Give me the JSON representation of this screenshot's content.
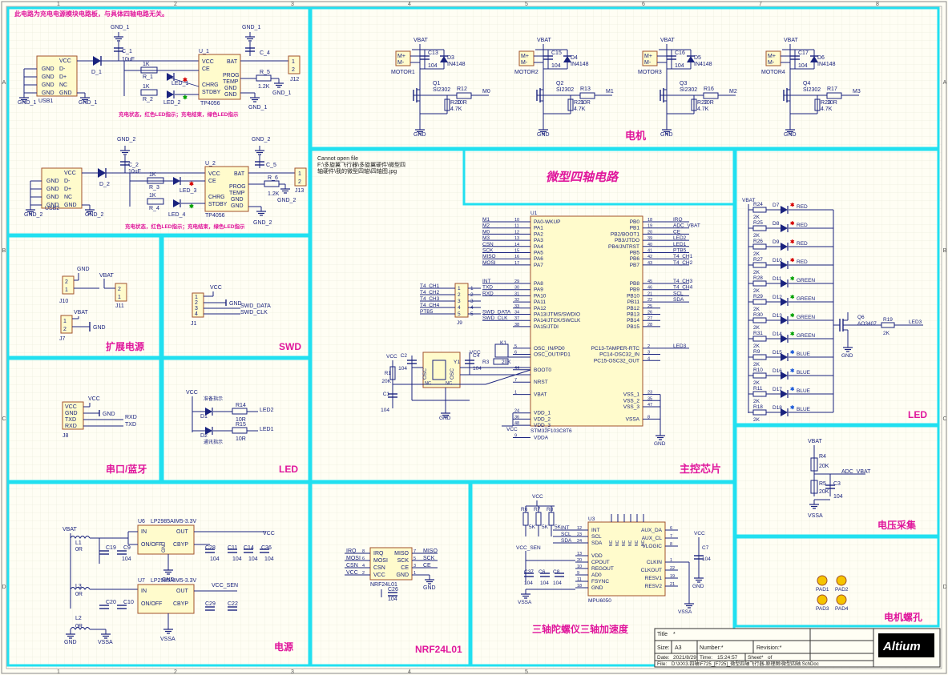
{
  "sheet": {
    "col_numbers": [
      "1",
      "2",
      "3",
      "4",
      "5",
      "6",
      "7",
      "8"
    ],
    "row_letters": [
      "A",
      "B",
      "C",
      "D"
    ]
  },
  "charge": {
    "note": "此电路为充电电源模块电路板，与具体四轴电路无关。",
    "status_note": "充电状态，红色LED指示；充电结束，绿色LED指示",
    "gnd1": "GND_1",
    "gnd2": "GND_2",
    "usb1": "USB1",
    "usb2": "USB2",
    "usb_pins": [
      "VCC",
      "D-",
      "D+",
      "NC",
      "GND"
    ],
    "usb_left": [
      "GND",
      "GND",
      "GND",
      "GND"
    ],
    "ic_name": "TP4056",
    "u1": "U_1",
    "u2": "U_2",
    "ic_left": [
      "VCC",
      "CE",
      "CHRG",
      "STDBY"
    ],
    "ic_right": [
      "BAT",
      "PROG",
      "TEMP",
      "GND",
      "GND"
    ],
    "d1": "D_1",
    "d2": "D_2",
    "c1": "C_1",
    "c2": "C_2",
    "c4": "C_4",
    "c5": "C_5",
    "c_val": "10uF",
    "r1": "R_1",
    "r2": "R_2",
    "r3": "R_3",
    "r4": "R_4",
    "r5": "R_5",
    "r6": "R_6",
    "r1k": "1K",
    "r12k": "1.2K",
    "led1": "LED_1",
    "led2": "LED_2",
    "led3": "LED_3",
    "led4": "LED_4",
    "j12": "J12",
    "j13": "J13"
  },
  "motor": {
    "title": "电机",
    "vbat": "VBAT",
    "gnd": "GND",
    "cap": "104",
    "rdrv": "10R",
    "rpd": "4.7K",
    "mos": "SI2302",
    "diode": "IN4148",
    "units": [
      {
        "name": "MOTOR1",
        "c": "C13",
        "d": "D3",
        "q": "Q1",
        "r": "R12",
        "r2": "R20",
        "net": "M0"
      },
      {
        "name": "MOTOR2",
        "c": "C15",
        "d": "D4",
        "q": "Q2",
        "r": "R13",
        "r2": "R21",
        "net": "M1"
      },
      {
        "name": "MOTOR3",
        "c": "C16",
        "d": "D5",
        "q": "Q3",
        "r": "R16",
        "r2": "R22",
        "net": "M2"
      },
      {
        "name": "MOTOR4",
        "c": "C17",
        "d": "D6",
        "q": "Q4",
        "r": "R17",
        "r2": "R23",
        "net": "M3"
      }
    ]
  },
  "header": {
    "cannot": "Cannot open file",
    "path1": "F:\\多旋翼飞行器\\多旋翼硬件\\微型四",
    "path2": "轴硬件\\我的微型四轴\\四轴图.jpg",
    "title": "微型四轴电路"
  },
  "mcu": {
    "title": "主控芯片",
    "ref": "U1",
    "part": "STM32F103C8T6",
    "left_pins": [
      "PA0-WKUP",
      "PA1",
      "PA2",
      "PA3",
      "PA4",
      "PA5",
      "PA6",
      "PA7",
      "PA8",
      "PA9",
      "PA10",
      "PA11",
      "PA12",
      "PA13/JTMS/SWDIO",
      "PA14/JTCK/SWCLK",
      "PA15/JTDI",
      "OSC_IN/PD0",
      "OSC_OUT/PD1",
      "BOOT0",
      "NRST",
      "VBAT",
      "VDD_1",
      "VDD_2",
      "VDD_3",
      "VDDA"
    ],
    "left_nums": [
      "10",
      "11",
      "12",
      "13",
      "14",
      "15",
      "16",
      "17",
      "29",
      "30",
      "31",
      "32",
      "33",
      "34",
      "37",
      "38",
      "5",
      "6",
      "44",
      "7",
      "1",
      "24",
      "36",
      "48",
      "9"
    ],
    "left_nets": [
      "M1",
      "M2",
      "M0",
      "M3",
      "CSN",
      "SCK",
      "MISO",
      "MOSI",
      "INT",
      "TXD",
      "RXD",
      "",
      "",
      "SWD_DATA",
      "SWD_CLK",
      "",
      "",
      "",
      "",
      "",
      "",
      "",
      "",
      "",
      ""
    ],
    "right_pins": [
      "PB0",
      "PB1",
      "PB2/BOOT1",
      "PB3/JTDO",
      "PB4/JNTRST",
      "PB5",
      "PB6",
      "PB7",
      "PB8",
      "PB9",
      "PB10",
      "PB11",
      "PB12",
      "PB13",
      "PB14",
      "PB15",
      "PC13-TAMPER-RTC",
      "PC14-OSC32_IN",
      "PC15-OSC32_OUT",
      "VSS_1",
      "VSS_2",
      "VSS_3",
      "VSSA"
    ],
    "right_nums": [
      "18",
      "19",
      "20",
      "39",
      "40",
      "41",
      "42",
      "43",
      "45",
      "46",
      "21",
      "22",
      "25",
      "26",
      "27",
      "28",
      "2",
      "3",
      "4",
      "23",
      "35",
      "47",
      "8"
    ],
    "right_nets": [
      "IRQ",
      "ADC_VBAT",
      "CE",
      "LED2",
      "LED1",
      "PTB5",
      "T4_CH1",
      "T4_CH2",
      "T4_CH3",
      "T4_CH4",
      "SCL",
      "SDA",
      "",
      "",
      "",
      "",
      "LED3",
      "",
      "",
      "",
      "",
      "",
      ""
    ],
    "j9": "J9",
    "j9_nets": [
      "T4_CH1",
      "T4_CH2",
      "T4_CH3",
      "T4_CH4",
      "PTB5"
    ],
    "vcc": "VCC",
    "gnd": "GND",
    "r1": "R1",
    "r1v": "20K",
    "r3": "R3",
    "r3v": "20K",
    "c1": "C1",
    "c2": "C2",
    "c3": "C3",
    "c4": "C4",
    "c104": "104",
    "y1": "Y1",
    "osc": "OSC",
    "nc": "NC",
    "k1": "K1"
  },
  "ledbank": {
    "title": "LED",
    "vbat": "VBAT",
    "gnd": "GND",
    "rv": "2K",
    "rows": [
      {
        "r": "R24",
        "d": "D7",
        "c": "RED"
      },
      {
        "r": "R25",
        "d": "D8",
        "c": "RED"
      },
      {
        "r": "R26",
        "d": "D9",
        "c": "RED"
      },
      {
        "r": "R27",
        "d": "D10",
        "c": "RED"
      },
      {
        "r": "R28",
        "d": "D11",
        "c": "GREEN"
      },
      {
        "r": "R29",
        "d": "D12",
        "c": "GREEN"
      },
      {
        "r": "R30",
        "d": "D13",
        "c": "GREEN"
      },
      {
        "r": "R31",
        "d": "D14",
        "c": "GREEN"
      },
      {
        "r": "R9",
        "d": "D15",
        "c": "BLUE"
      },
      {
        "r": "R10",
        "d": "D16",
        "c": "BLUE"
      },
      {
        "r": "R11",
        "d": "D17",
        "c": "BLUE"
      },
      {
        "r": "R18",
        "d": "D18",
        "c": "BLUE"
      }
    ],
    "q": "Q6",
    "q_part": "AO3407",
    "r19": "R19",
    "r19v": "2K",
    "net": "LED3"
  },
  "expand": {
    "title": "扩展电源",
    "gnd": "GND",
    "vbat": "VBAT",
    "j10": "J10",
    "j11": "J11",
    "j7": "J7"
  },
  "swd": {
    "title": "SWD",
    "vcc": "VCC",
    "gnd": "GND",
    "j1": "J1",
    "data": "SWD_DATA",
    "clk": "SWD_CLK"
  },
  "uart": {
    "title": "串口/蓝牙",
    "vcc": "VCC",
    "gnd": "GND",
    "pins": [
      "VCC",
      "GND",
      "TXD",
      "RXD"
    ],
    "rxd": "RXD",
    "txd": "TXD",
    "j8": "J8"
  },
  "led2": {
    "title": "LED",
    "vcc": "VCC",
    "d1": "D1",
    "d2": "D2",
    "l1": "准备指示",
    "l2": "通讯指示",
    "r14": "R14",
    "r15": "R15",
    "rv": "10R",
    "n2": "LED2",
    "n1": "LED1"
  },
  "volt": {
    "title": "电压采集",
    "vbat": "VBAT",
    "r4": "R4",
    "r5": "R5",
    "rv": "20K",
    "c3": "C3",
    "c104": "104",
    "net": "ADC_VBAT",
    "gnd": "VSSA"
  },
  "power": {
    "title": "电源",
    "vbat": "VBAT",
    "l1": "L1",
    "l3": "L3",
    "l2": "L2",
    "lv": "0R",
    "u6": "U6",
    "u7": "U7",
    "part": "LP2985AIM5-3.3V",
    "pins_l": [
      "IN",
      "ON/OFF"
    ],
    "pins_r": [
      "OUT",
      "CBYP"
    ],
    "gndpin": "GND",
    "vcc": "VCC",
    "vcc_sen": "VCC_SEN",
    "gnd": "GND",
    "vssa": "VSSA",
    "caps_top": [
      "C19",
      "C9",
      "C28",
      "C11",
      "C14",
      "C36"
    ],
    "caps_bot": [
      "C20",
      "C10",
      "C29",
      "C22"
    ],
    "c104": "104"
  },
  "nrf": {
    "title": "NRF24L01",
    "ref": "NRF24L01",
    "left_pins": [
      "IRQ",
      "MOSI",
      "CSN",
      "VCC"
    ],
    "right_pins": [
      "MISO",
      "SCK",
      "CE",
      "GND"
    ],
    "left_nums": [
      "8",
      "6",
      "4",
      "2"
    ],
    "right_nums": [
      "7",
      "5",
      "3",
      "1"
    ],
    "left_nets": [
      "IRQ",
      "MOSI",
      "CSN",
      "VCC"
    ],
    "right_nets": [
      "MISO",
      "SCK",
      "CE",
      ""
    ],
    "c26": "C26",
    "c104": "104",
    "gnd": "GND"
  },
  "gyro": {
    "title": "三轴陀螺仪三轴加速度",
    "ref": "U3",
    "part": "MPU6050",
    "left_pins": [
      "INT",
      "SCL",
      "SDA",
      "VDD",
      "CPOUT",
      "REGOUT",
      "AD0",
      "FSYNC",
      "GND"
    ],
    "left_nums": [
      "12",
      "23",
      "24",
      "13",
      "20",
      "10",
      "9",
      "11",
      "18"
    ],
    "right_pins": [
      "AUX_DA",
      "AUX_CL",
      "VLOGIC",
      "CLKIN",
      "CLKOUT",
      "RESV1",
      "RESV2"
    ],
    "right_nums": [
      "6",
      "7",
      "8",
      "1",
      "22",
      "19",
      "21"
    ],
    "nets": [
      "INT",
      "SCL",
      "SDA"
    ],
    "vcc": "VCC",
    "vcc_sen": "VCC_SEN",
    "vssa": "VSSA",
    "gnd": "GND",
    "r6": "R6",
    "r7": "R7",
    "r8": "R8",
    "rv": "5K",
    "c37": "C37",
    "c6": "C6",
    "c8": "C8",
    "c7": "C7",
    "c104": "104"
  },
  "holes": {
    "title": "电机螺孔",
    "pads": [
      "PAD1",
      "PAD2",
      "PAD3",
      "PAD4"
    ]
  },
  "titleblock": {
    "title_label": "Title",
    "title_value": "*",
    "size_label": "Size:",
    "size_value": "A3",
    "number_label": "Number:*",
    "revision_label": "Revision:*",
    "date_label": "Date:",
    "date_value": "2021/8/29",
    "time_label": "Time:",
    "time_value": "15:24:57",
    "sheet_label": "Sheet*",
    "sheet_of": "of",
    "file_label": "File:",
    "file_value": "D:\\XX\\3.四轴\\F725_[F725]_微型四轴飞行器-原理图\\微型四轴.SchDoc",
    "logo": "Altium"
  }
}
